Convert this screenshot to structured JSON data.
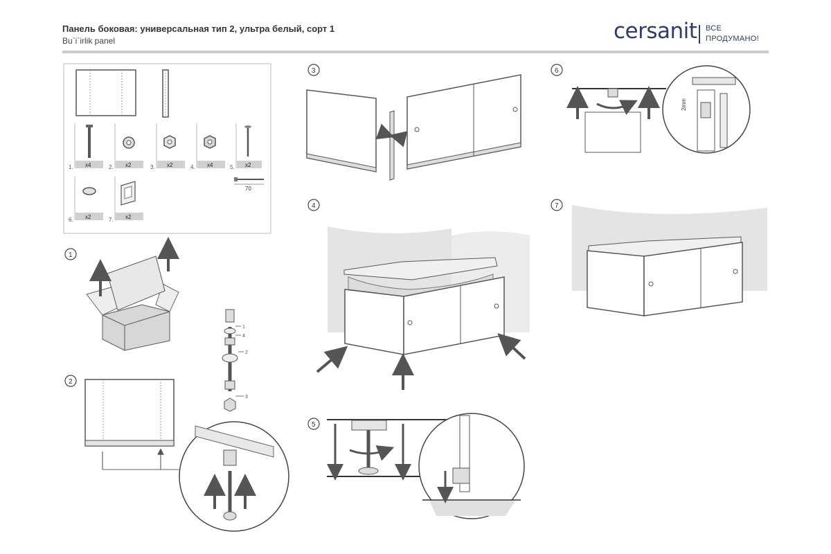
{
  "header": {
    "title": "Панель боковая: универсальная тип 2, ультра белый, сорт 1",
    "subtitle": "Bu`i`irlik panel",
    "brand": "cersanit",
    "slogan_line1": "ВСЕ",
    "slogan_line2": "ПРОДУМАНО!"
  },
  "parts": [
    {
      "num": "1.",
      "qty": "x4",
      "icon": "bolt-icon"
    },
    {
      "num": "2.",
      "qty": "x2",
      "icon": "nut-icon"
    },
    {
      "num": "3.",
      "qty": "x2",
      "icon": "washer-nut-icon"
    },
    {
      "num": "4.",
      "qty": "x4",
      "icon": "lock-nut-icon"
    },
    {
      "num": "5.",
      "qty": "x2",
      "icon": "screw-icon"
    },
    {
      "num": "6.",
      "qty": "x2",
      "icon": "pad-icon"
    },
    {
      "num": "7.",
      "qty": "x2",
      "icon": "bracket-icon"
    }
  ],
  "screw_length": "70",
  "steps": [
    "1",
    "2",
    "3",
    "4",
    "5",
    "6",
    "7"
  ],
  "leg_labels": [
    "1",
    "4",
    "2",
    "3"
  ],
  "gap_label": "2mm",
  "colors": {
    "brand": "#2d3d63",
    "arrow": "#555555",
    "wall": "#e4e4e4",
    "panel_gray": "#d0d0d0"
  }
}
